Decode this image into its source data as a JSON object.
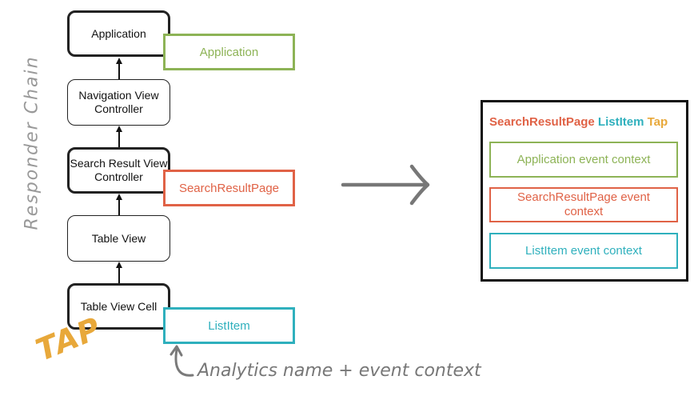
{
  "chain_label": "Responder Chain",
  "tap_label": "TAP",
  "footnote": "Analytics name + event context",
  "responders": {
    "application": "Application",
    "navigation": "Navigation View Controller",
    "search": "Search Result View Controller",
    "table_view": "Table View",
    "cell": "Table View Cell"
  },
  "tags": {
    "application": "Application",
    "search_result_page": "SearchResultPage",
    "list_item": "ListItem"
  },
  "context_panel": {
    "title_part1": "SearchResultPage",
    "title_part2": "ListItem",
    "title_part3": "Tap",
    "items": [
      "Application event context",
      "SearchResultPage event context",
      "ListItem event context"
    ]
  },
  "colors": {
    "green": "#8db356",
    "red": "#e06246",
    "teal": "#2fb0bd",
    "orange": "#e8a83a",
    "gray": "#7a7a7a"
  }
}
